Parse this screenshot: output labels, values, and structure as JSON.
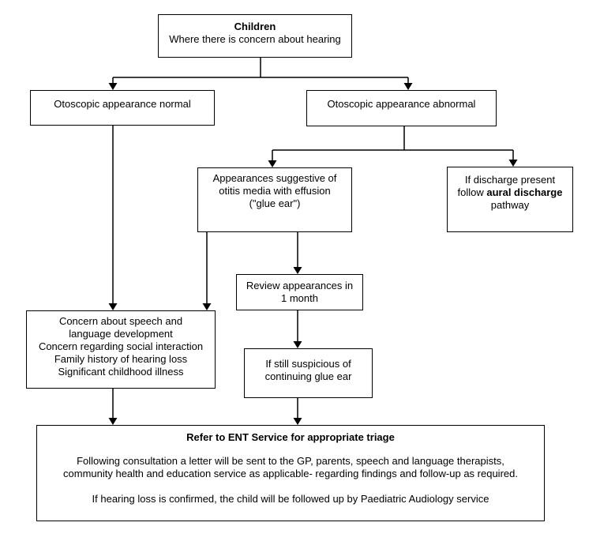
{
  "page": {
    "background_color": "#ffffff",
    "line_color": "#000000",
    "text_color": "#000000"
  },
  "nodes": {
    "children": {
      "title": "Children",
      "subtitle": "Where there is concern about hearing"
    },
    "otoscopic_normal": {
      "label": "Otoscopic appearance normal"
    },
    "otoscopic_abnormal": {
      "label": "Otoscopic appearance abnormal"
    },
    "glue_ear": {
      "lines": [
        "Appearances suggestive of",
        "otitis media with effusion",
        "(\"glue ear\")"
      ]
    },
    "discharge": {
      "line1": "If discharge present",
      "line2_normal": "follow ",
      "line2_bold": "aural discharge",
      "line3": "pathway"
    },
    "review": {
      "lines": [
        "Review appearances in",
        "1 month"
      ]
    },
    "suspicious": {
      "lines": [
        "If still suspicious of",
        "continuing glue ear"
      ]
    },
    "concern": {
      "lines": [
        "Concern about speech and",
        "language development",
        "Concern regarding social interaction",
        "Family history of hearing loss",
        "Significant childhood illness"
      ]
    },
    "ent_referral": {
      "title": "Refer to ENT Service for appropriate triage",
      "para1_lines": [
        "Following consultation a letter will be sent to the GP, parents, speech and language therapists,",
        "community health and education service as applicable- regarding findings and follow-up as required."
      ],
      "para2": "If hearing loss is confirmed, the child will be followed up by Paediatric Audiology service"
    }
  }
}
